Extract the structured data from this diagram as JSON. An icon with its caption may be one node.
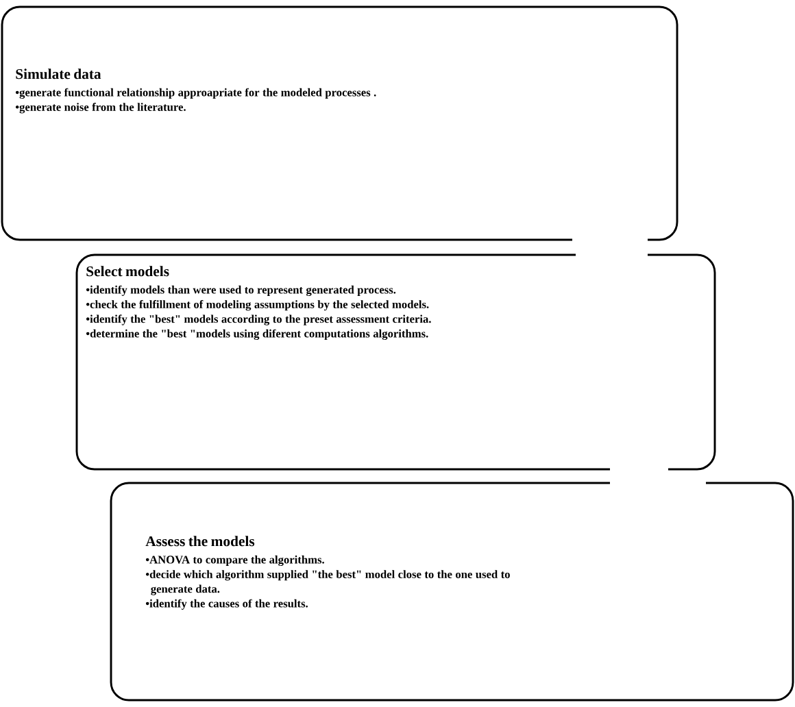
{
  "diagram": {
    "nodes": [
      {
        "text": [
          "Simulate data",
          "•generate functional relationship approapriate for the modeled processes .",
          "•generate noise from the literature."
        ]
      },
      {
        "text": [
          "Select models",
          "•identify models than were used to represent generated process.",
          "•check the fulfillment of modeling assumptions by the selected models.",
          "•identify the \"best\" models according to the preset assessment criteria.",
          "•determine the \"best \"models using diferent computations algorithms."
        ]
      },
      {
        "text": [
          "Assess the models",
          "•ANOVA to compare the algorithms.",
          "•decide which algorithm supplied \"the best\" model close to the one used to generate data.",
          "•identify the causes of the results."
        ]
      }
    ]
  }
}
